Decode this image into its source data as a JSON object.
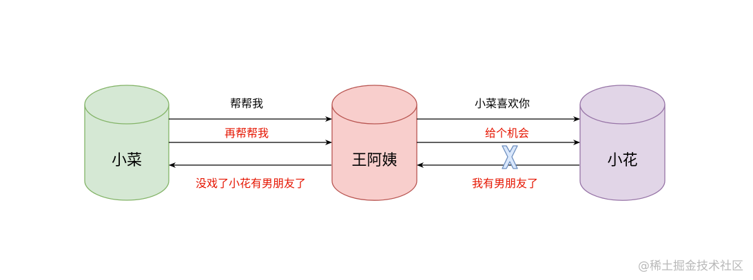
{
  "colors": {
    "green_fill": "#d5e8d4",
    "green_stroke": "#82b366",
    "red_fill": "#f8cecc",
    "red_stroke": "#b85450",
    "purple_fill": "#e1d5e7",
    "purple_stroke": "#9673a6",
    "black_text": "#000000",
    "red_text": "#e51400",
    "cross_fill": "#dae8fc",
    "cross_stroke": "#6c8ebf",
    "watermark": "#b9b9b9"
  },
  "nodes": {
    "xiaocai": {
      "label": "小菜",
      "shape": "cylinder"
    },
    "wang_ayi": {
      "label": "王阿姨",
      "shape": "cylinder"
    },
    "xiaohua": {
      "label": "小花",
      "shape": "cylinder"
    }
  },
  "edges": {
    "help_me": {
      "label": "帮帮我",
      "from": "小菜",
      "to": "王阿姨",
      "color": "black"
    },
    "help_me_again": {
      "label": "再帮帮我",
      "from": "小菜",
      "to": "王阿姨",
      "color": "red"
    },
    "no_chance": {
      "label": "没戏了小花有男朋友了",
      "from": "王阿姨",
      "to": "小菜",
      "color": "red"
    },
    "likes_you": {
      "label": "小菜喜欢你",
      "from": "王阿姨",
      "to": "小花",
      "color": "black"
    },
    "give_chance": {
      "label": "给个机会",
      "from": "王阿姨",
      "to": "小花",
      "color": "red"
    },
    "has_boyfriend": {
      "label": "我有男朋友了",
      "from": "小花",
      "to": "王阿姨",
      "color": "red"
    }
  },
  "cross_icon": "x-mark-icon",
  "watermark": "@稀土掘金技术社区"
}
